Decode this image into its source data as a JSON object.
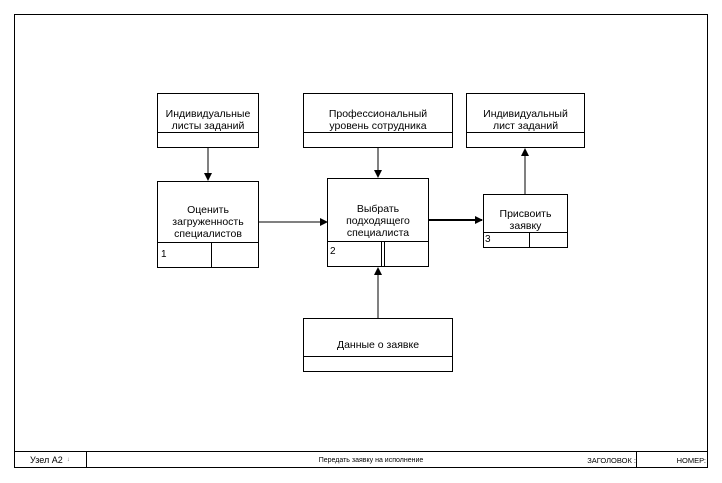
{
  "diagram": {
    "boxes": {
      "indiv_lists": {
        "label": "Индивидуальные\nлисты заданий"
      },
      "prof_level": {
        "label": "Профессиональный\nуровень сотрудника"
      },
      "indiv_list": {
        "label": "Индивидуальный\nлист заданий"
      },
      "assess": {
        "label": "Оценить\nзагруженность\nспециалистов",
        "number": "1"
      },
      "choose": {
        "label": "Выбрать\nподходящего\nспециалиста",
        "number": "2"
      },
      "assign": {
        "label": "Присвоить\nзаявку",
        "number": "3"
      },
      "request_data": {
        "label": "Данные о заявке"
      }
    }
  },
  "footer": {
    "node": "Узел А2",
    "node_mark": "↓",
    "title": "Передать заявку на исполнение",
    "heading_label": "ЗАГОЛОВОК :",
    "number_label": "НОМЕР:"
  }
}
